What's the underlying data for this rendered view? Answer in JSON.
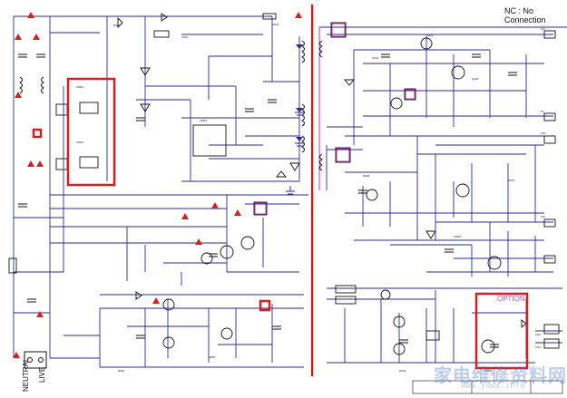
{
  "labels": {
    "nc_note": "NC : No Connection",
    "option": "OPTION",
    "neutral": "NEUTRAL",
    "live": "LIVE"
  },
  "watermark": {
    "cn": "家电维修资料网",
    "url": "www.jdwx.info"
  },
  "colors": {
    "wire": "#2a2a9a",
    "component": "#111111",
    "highlight_box": "#d42020",
    "center_rail": "#e01010",
    "magenta": "#c020a0"
  }
}
